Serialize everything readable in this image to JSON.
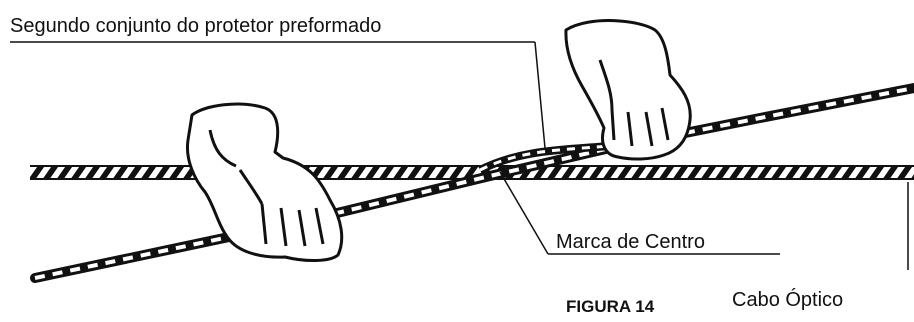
{
  "diagram": {
    "labels": {
      "top": "Segundo conjunto do protetor preformado",
      "center_mark": "Marca de Centro",
      "cable": "Cabo Óptico",
      "figure": "FIGURA 14"
    },
    "colors": {
      "ink": "#111111",
      "background": "#ffffff"
    },
    "icons": [
      "gloved-hand-left",
      "gloved-hand-right"
    ]
  }
}
